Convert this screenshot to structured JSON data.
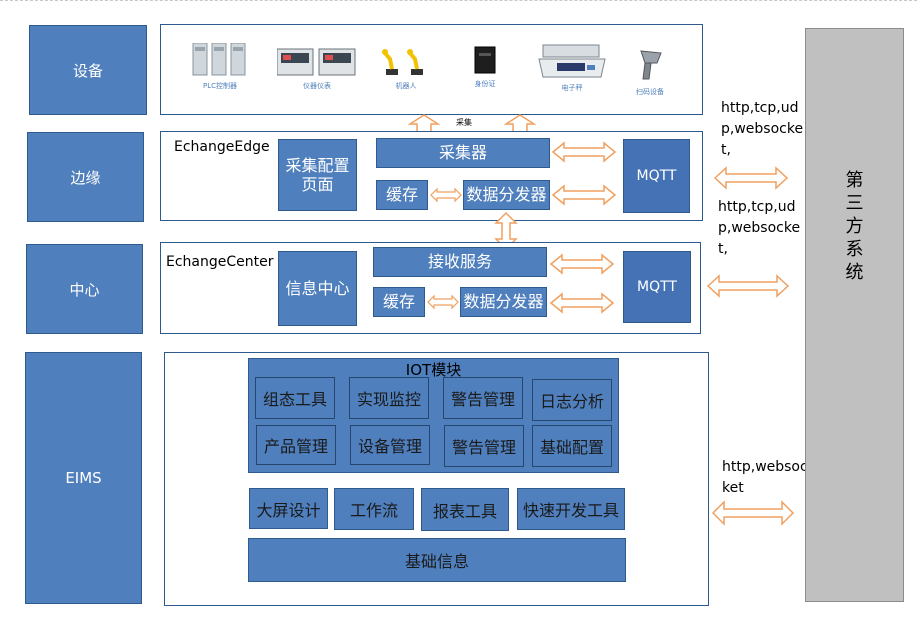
{
  "layers": {
    "device": "设备",
    "edge": "边缘",
    "center": "中心",
    "eims": "EIMS"
  },
  "devices": [
    {
      "label": "PLC控制器",
      "icon": "plc-icon"
    },
    {
      "label": "仪器仪表",
      "icon": "instrument-icon"
    },
    {
      "label": "机器人",
      "icon": "robot-arm-icon"
    },
    {
      "label": "身份证",
      "icon": "id-reader-icon"
    },
    {
      "label": "电子秤",
      "icon": "scale-icon"
    },
    {
      "label": "扫码设备",
      "icon": "barcode-scanner-icon"
    }
  ],
  "collect_label": "采集",
  "edge": {
    "title": "EchangeEdge",
    "config_page": "采集配置\n页面",
    "collector": "采集器",
    "cache": "缓存",
    "distributor": "数据分发器",
    "mqtt": "MQTT"
  },
  "center": {
    "title": "EchangeCenter",
    "info_center": "信息中心",
    "receive": "接收服务",
    "cache": "缓存",
    "distributor": "数据分发器",
    "mqtt": "MQTT"
  },
  "protocols": {
    "edge": "http,tcp,udp,websocket,",
    "center": "http,tcp,udp,websocket,",
    "eims": "http,websocket"
  },
  "third_party": "第三方系统",
  "eims": {
    "iot_title": "IOT模块",
    "iot_modules": [
      "组态工具",
      "实现监控",
      "警告管理",
      "日志分析",
      "产品管理",
      "设备管理",
      "警告管理",
      "基础配置"
    ],
    "tools": [
      "大屏设计",
      "工作流",
      "报表工具",
      "快速开发工具"
    ],
    "base_info": "基础信息"
  },
  "colors": {
    "box_blue": "#4f7fbd",
    "border_blue": "#2f5a8e",
    "arrow_orange": "#f0a060",
    "third_party_gray": "#c0c0c0"
  }
}
